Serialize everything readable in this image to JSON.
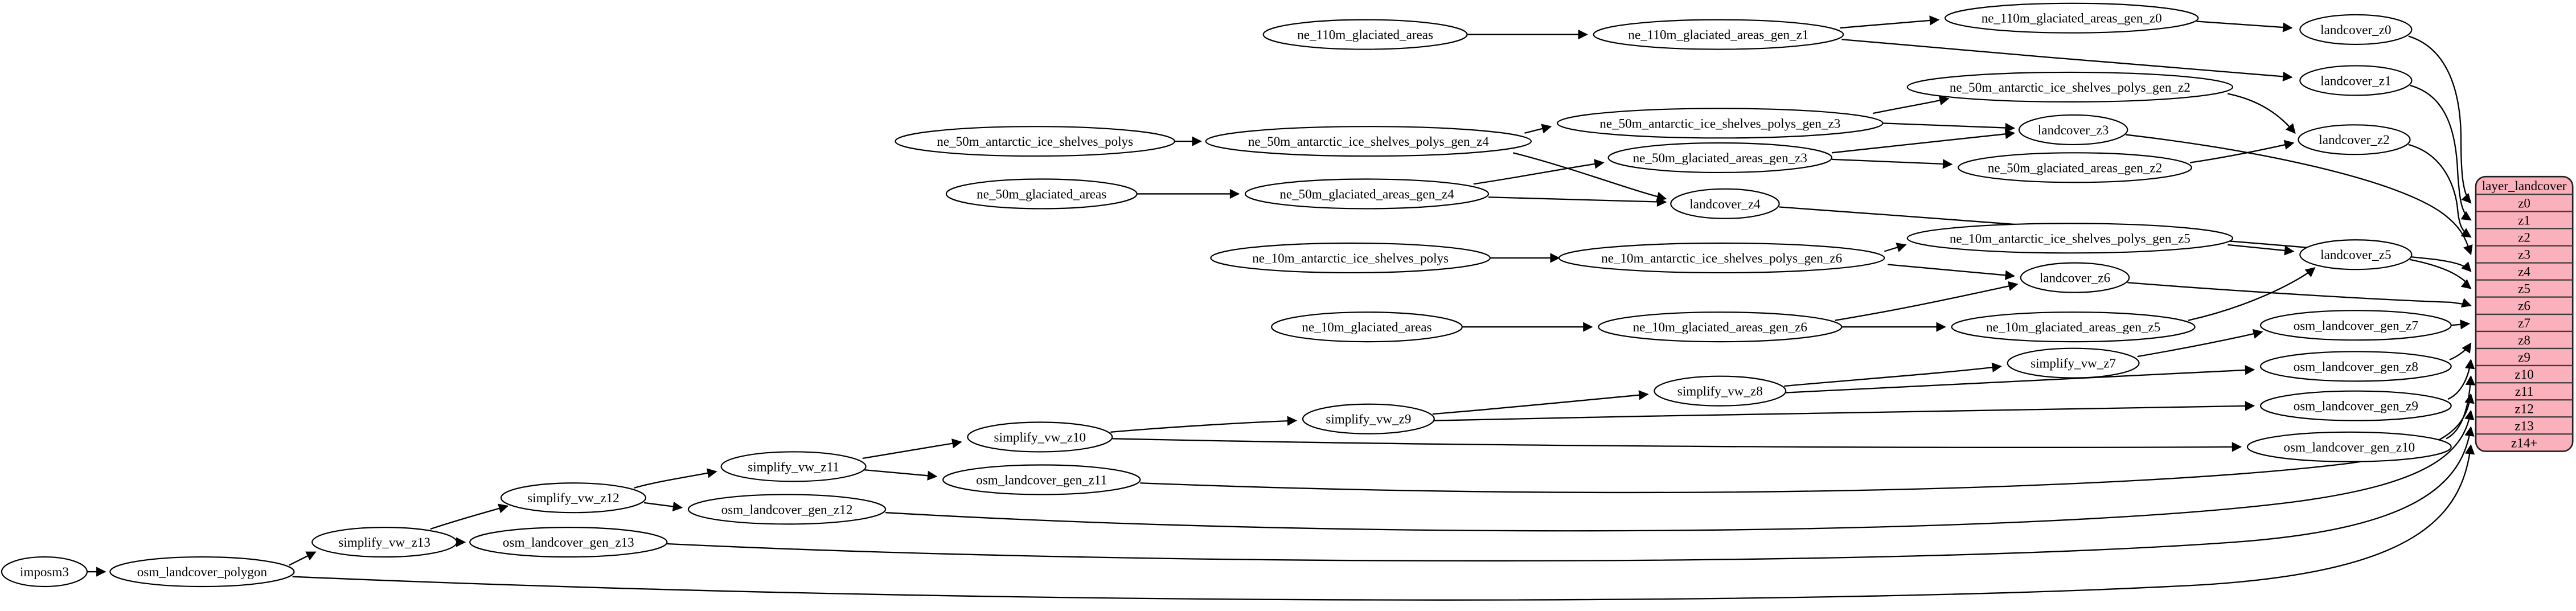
{
  "nodes": {
    "imposm3": "imposm3",
    "osm_landcover_polygon": "osm_landcover_polygon",
    "simplify_vw_z13": "simplify_vw_z13",
    "osm_landcover_gen_z13": "osm_landcover_gen_z13",
    "simplify_vw_z12": "simplify_vw_z12",
    "osm_landcover_gen_z12": "osm_landcover_gen_z12",
    "simplify_vw_z11": "simplify_vw_z11",
    "osm_landcover_gen_z11": "osm_landcover_gen_z11",
    "simplify_vw_z10": "simplify_vw_z10",
    "simplify_vw_z9": "simplify_vw_z9",
    "simplify_vw_z8": "simplify_vw_z8",
    "simplify_vw_z7": "simplify_vw_z7",
    "osm_landcover_gen_z7": "osm_landcover_gen_z7",
    "osm_landcover_gen_z8": "osm_landcover_gen_z8",
    "osm_landcover_gen_z9": "osm_landcover_gen_z9",
    "osm_landcover_gen_z10": "osm_landcover_gen_z10",
    "ne_110m_glaciated_areas": "ne_110m_glaciated_areas",
    "ne_110m_glaciated_areas_gen_z1": "ne_110m_glaciated_areas_gen_z1",
    "ne_110m_glaciated_areas_gen_z0": "ne_110m_glaciated_areas_gen_z0",
    "landcover_z0": "landcover_z0",
    "landcover_z1": "landcover_z1",
    "ne_50m_antarctic_ice_shelves_polys": "ne_50m_antarctic_ice_shelves_polys",
    "ne_50m_antarctic_ice_shelves_polys_gen_z4": "ne_50m_antarctic_ice_shelves_polys_gen_z4",
    "ne_50m_antarctic_ice_shelves_polys_gen_z3": "ne_50m_antarctic_ice_shelves_polys_gen_z3",
    "ne_50m_antarctic_ice_shelves_polys_gen_z2": "ne_50m_antarctic_ice_shelves_polys_gen_z2",
    "landcover_z2": "landcover_z2",
    "landcover_z3": "landcover_z3",
    "landcover_z4": "landcover_z4",
    "ne_50m_glaciated_areas": "ne_50m_glaciated_areas",
    "ne_50m_glaciated_areas_gen_z4": "ne_50m_glaciated_areas_gen_z4",
    "ne_50m_glaciated_areas_gen_z3": "ne_50m_glaciated_areas_gen_z3",
    "ne_50m_glaciated_areas_gen_z2": "ne_50m_glaciated_areas_gen_z2",
    "ne_10m_antarctic_ice_shelves_polys": "ne_10m_antarctic_ice_shelves_polys",
    "ne_10m_antarctic_ice_shelves_polys_gen_z6": "ne_10m_antarctic_ice_shelves_polys_gen_z6",
    "ne_10m_antarctic_ice_shelves_polys_gen_z5": "ne_10m_antarctic_ice_shelves_polys_gen_z5",
    "landcover_z5": "landcover_z5",
    "landcover_z6": "landcover_z6",
    "ne_10m_glaciated_areas": "ne_10m_glaciated_areas",
    "ne_10m_glaciated_areas_gen_z6": "ne_10m_glaciated_areas_gen_z6",
    "ne_10m_glaciated_areas_gen_z5": "ne_10m_glaciated_areas_gen_z5"
  },
  "table": {
    "title": "layer_landcover",
    "rows": [
      "z0",
      "z1",
      "z2",
      "z3",
      "z4",
      "z5",
      "z6",
      "z7",
      "z8",
      "z9",
      "z10",
      "z11",
      "z12",
      "z13",
      "z14+"
    ]
  },
  "colors": {
    "table_fill": "#fbb1bc",
    "node_fill": "#ffffff",
    "stroke": "#000000",
    "background": "#ffffff"
  }
}
